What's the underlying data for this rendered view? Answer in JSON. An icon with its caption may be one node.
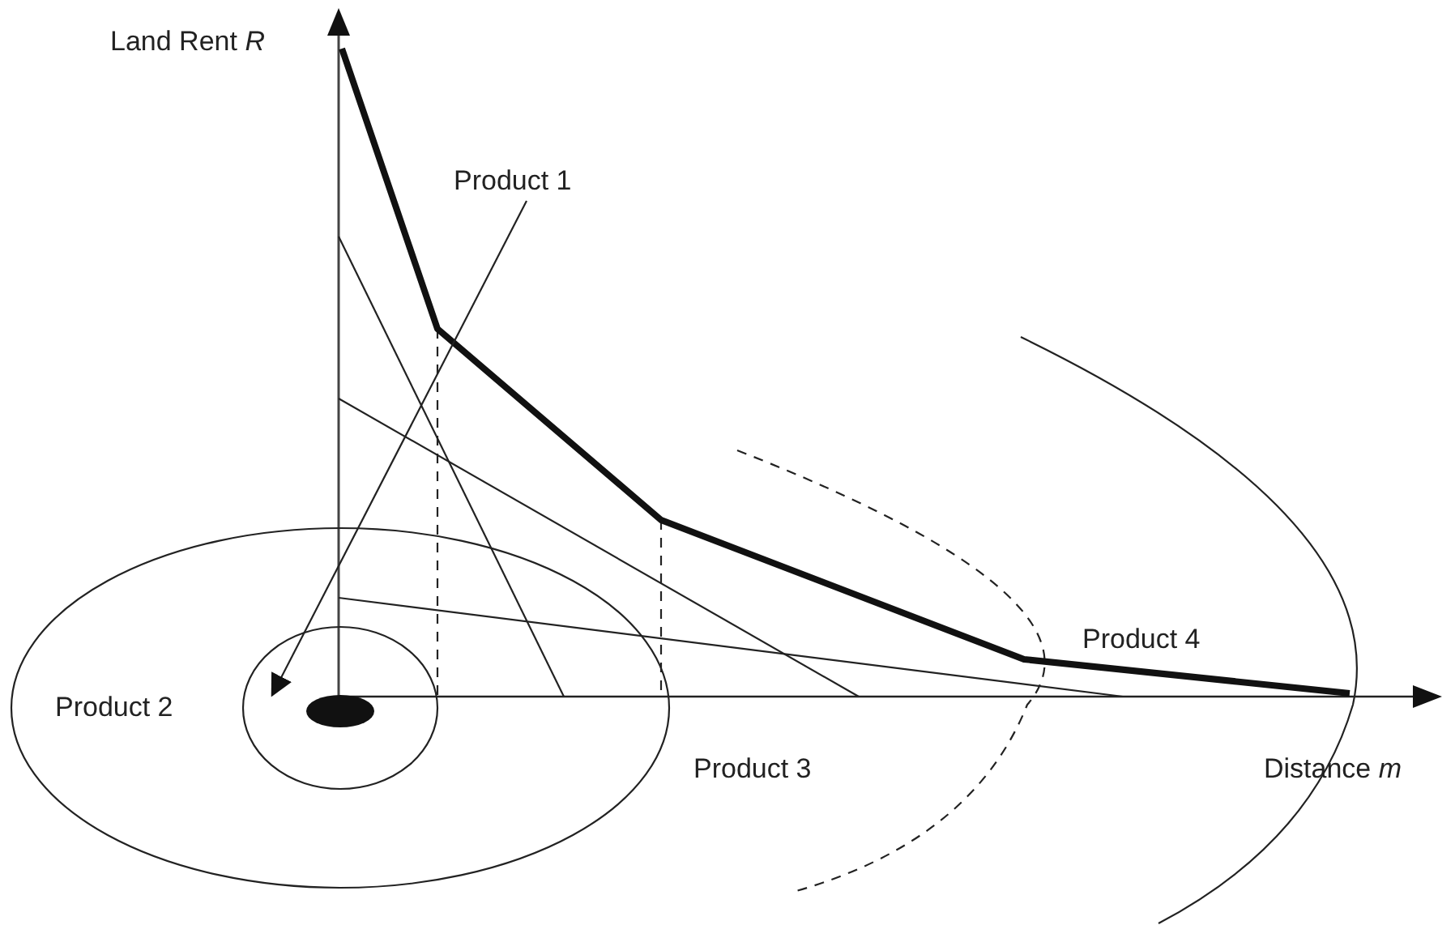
{
  "diagram": {
    "nodes": [
      {
        "text": [
          "Product 1"
        ]
      },
      {
        "text": [],
        "shape": "circle"
      }
    ],
    "edges": [
      {
        "from": 0,
        "to": 1,
        "arrow": "to"
      }
    ],
    "labels": [
      "Land Rent *R*",
      "Product 2",
      "Product 3",
      "Product 4",
      "Distance *m*"
    ]
  }
}
